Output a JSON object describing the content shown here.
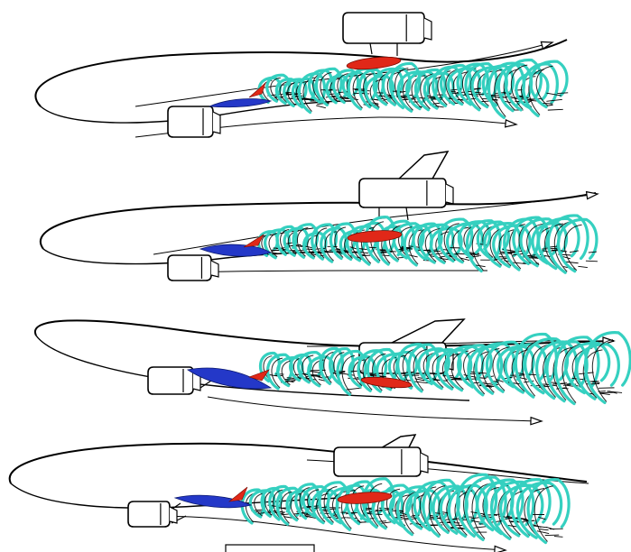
{
  "figure": {
    "panels": [
      {
        "id": "panel-1"
      },
      {
        "id": "panel-2"
      },
      {
        "id": "panel-3"
      },
      {
        "id": "panel-4"
      }
    ]
  },
  "colors": {
    "outline": "#000000",
    "vortex": "#35d0c0",
    "vortex_shadow": "#000000",
    "red_surface": "#e02818",
    "blue_surface": "#2438c8",
    "background": "#ffffff"
  }
}
